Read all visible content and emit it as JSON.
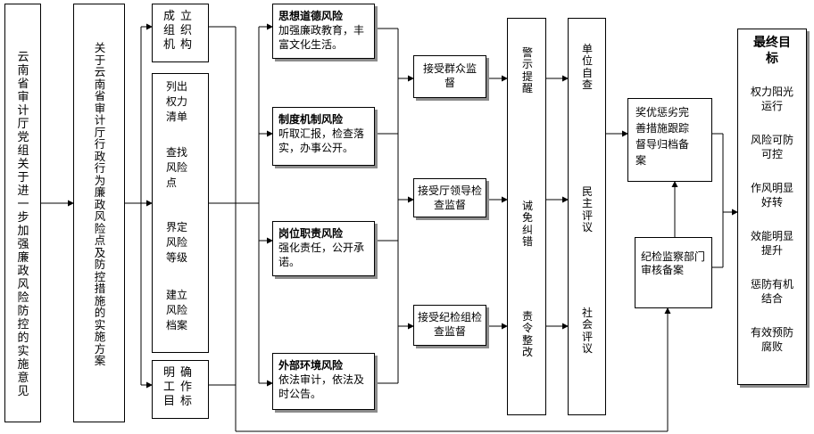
{
  "opinion": "云南省审计厅党组关于进一步加强廉政风险防控的实施意见",
  "plan": "关于云南省审计厅行政行为廉政风险点及防控措施的实施方案",
  "left_steps": {
    "establish_org": "成立组织机构",
    "clarify_goals": "明确工作目标",
    "list_power": "列出权力清单",
    "find_points": "查找风险点",
    "define_level": "界定风险等级",
    "build_archive": "建立风险档案"
  },
  "risks": [
    {
      "title": "思想道德风险",
      "measure": "加强廉政教育，丰富文化生活。"
    },
    {
      "title": "制度机制风险",
      "measure": "听取汇报，检查落实，办事公开。"
    },
    {
      "title": "岗位职责风险",
      "measure": "强化责任，公开承诺。"
    },
    {
      "title": "外部环境风险",
      "measure": "依法审计，依法及时公告。"
    }
  ],
  "supervision": {
    "mass": "接受群众监督",
    "leader": "接受厅领导检查监督",
    "discipline": "接受纪检组检查监督"
  },
  "warning": {
    "alert": "警示提醒",
    "talk": "诫免纠错",
    "rectify": "责令整改"
  },
  "evaluation": {
    "self_check": "单位自查",
    "democratic": "民主评议",
    "social": "社会评议"
  },
  "follow_up": "奖优惩劣完善措施跟踪督导归档备案",
  "review": "纪检监察部门审核备案",
  "goals": {
    "title": "最终目标",
    "items": [
      "权力阳光运行",
      "风险可防可控",
      "作风明显好转",
      "效能明显提升",
      "惩防有机结合",
      "有效预防腐败"
    ]
  }
}
